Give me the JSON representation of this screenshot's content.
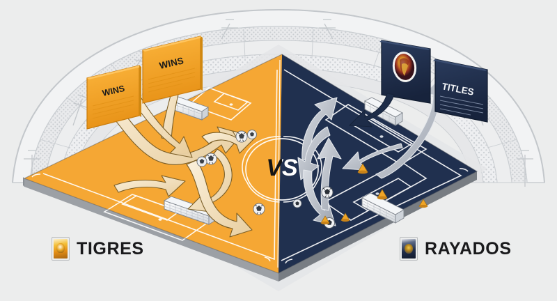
{
  "scene": {
    "title": "Tigres vs Rayados isometric pitch infographic",
    "background_color": "#eceded",
    "center_badge": "VS"
  },
  "pitch": {
    "left_half_color": "#F5A32A",
    "right_half_color": "#20304F",
    "line_color": "#FFFFFF",
    "edge_color": "#8D9196",
    "orientation": "isometric-diamond"
  },
  "teams": [
    {
      "id": "tigres",
      "name": "TIGRES",
      "side": "left",
      "color": "#F5A32A",
      "crest": "tigres-crest-icon"
    },
    {
      "id": "rayados",
      "name": "RAYADOS",
      "side": "right",
      "color": "#20304F",
      "crest": "rayados-crest-icon"
    }
  ],
  "cards": [
    {
      "id": "wins-card-back",
      "label": "WINS",
      "side": "left",
      "style": "orange",
      "has_logo": false
    },
    {
      "id": "wins-card-front",
      "label": "WINS",
      "side": "left",
      "style": "orange",
      "has_logo": false
    },
    {
      "id": "logo-card",
      "label": "",
      "side": "right",
      "style": "navy",
      "has_logo": true
    },
    {
      "id": "titles-card",
      "label": "TITLES",
      "side": "right",
      "style": "navy",
      "has_logo": false
    }
  ],
  "arrows": {
    "left_color": "#F2DEBC",
    "left_outline": "#6B5324",
    "right_color": "#AEB4BE",
    "right_outline": "#E9ECF0",
    "left_count": 7,
    "right_count": 5
  },
  "markers": {
    "ball_icon": "soccer-ball-icon",
    "cone_icon": "cone-marker-icon",
    "goal_icon": "goal-net-icon",
    "left_balls": 5,
    "right_balls": 3,
    "cones": 5,
    "goals": 4
  },
  "stadium": {
    "stroke": "#C9CDD1",
    "stand_fill": "#E4E6E8",
    "description": "stippled curved grandstand ring behind pitch"
  }
}
